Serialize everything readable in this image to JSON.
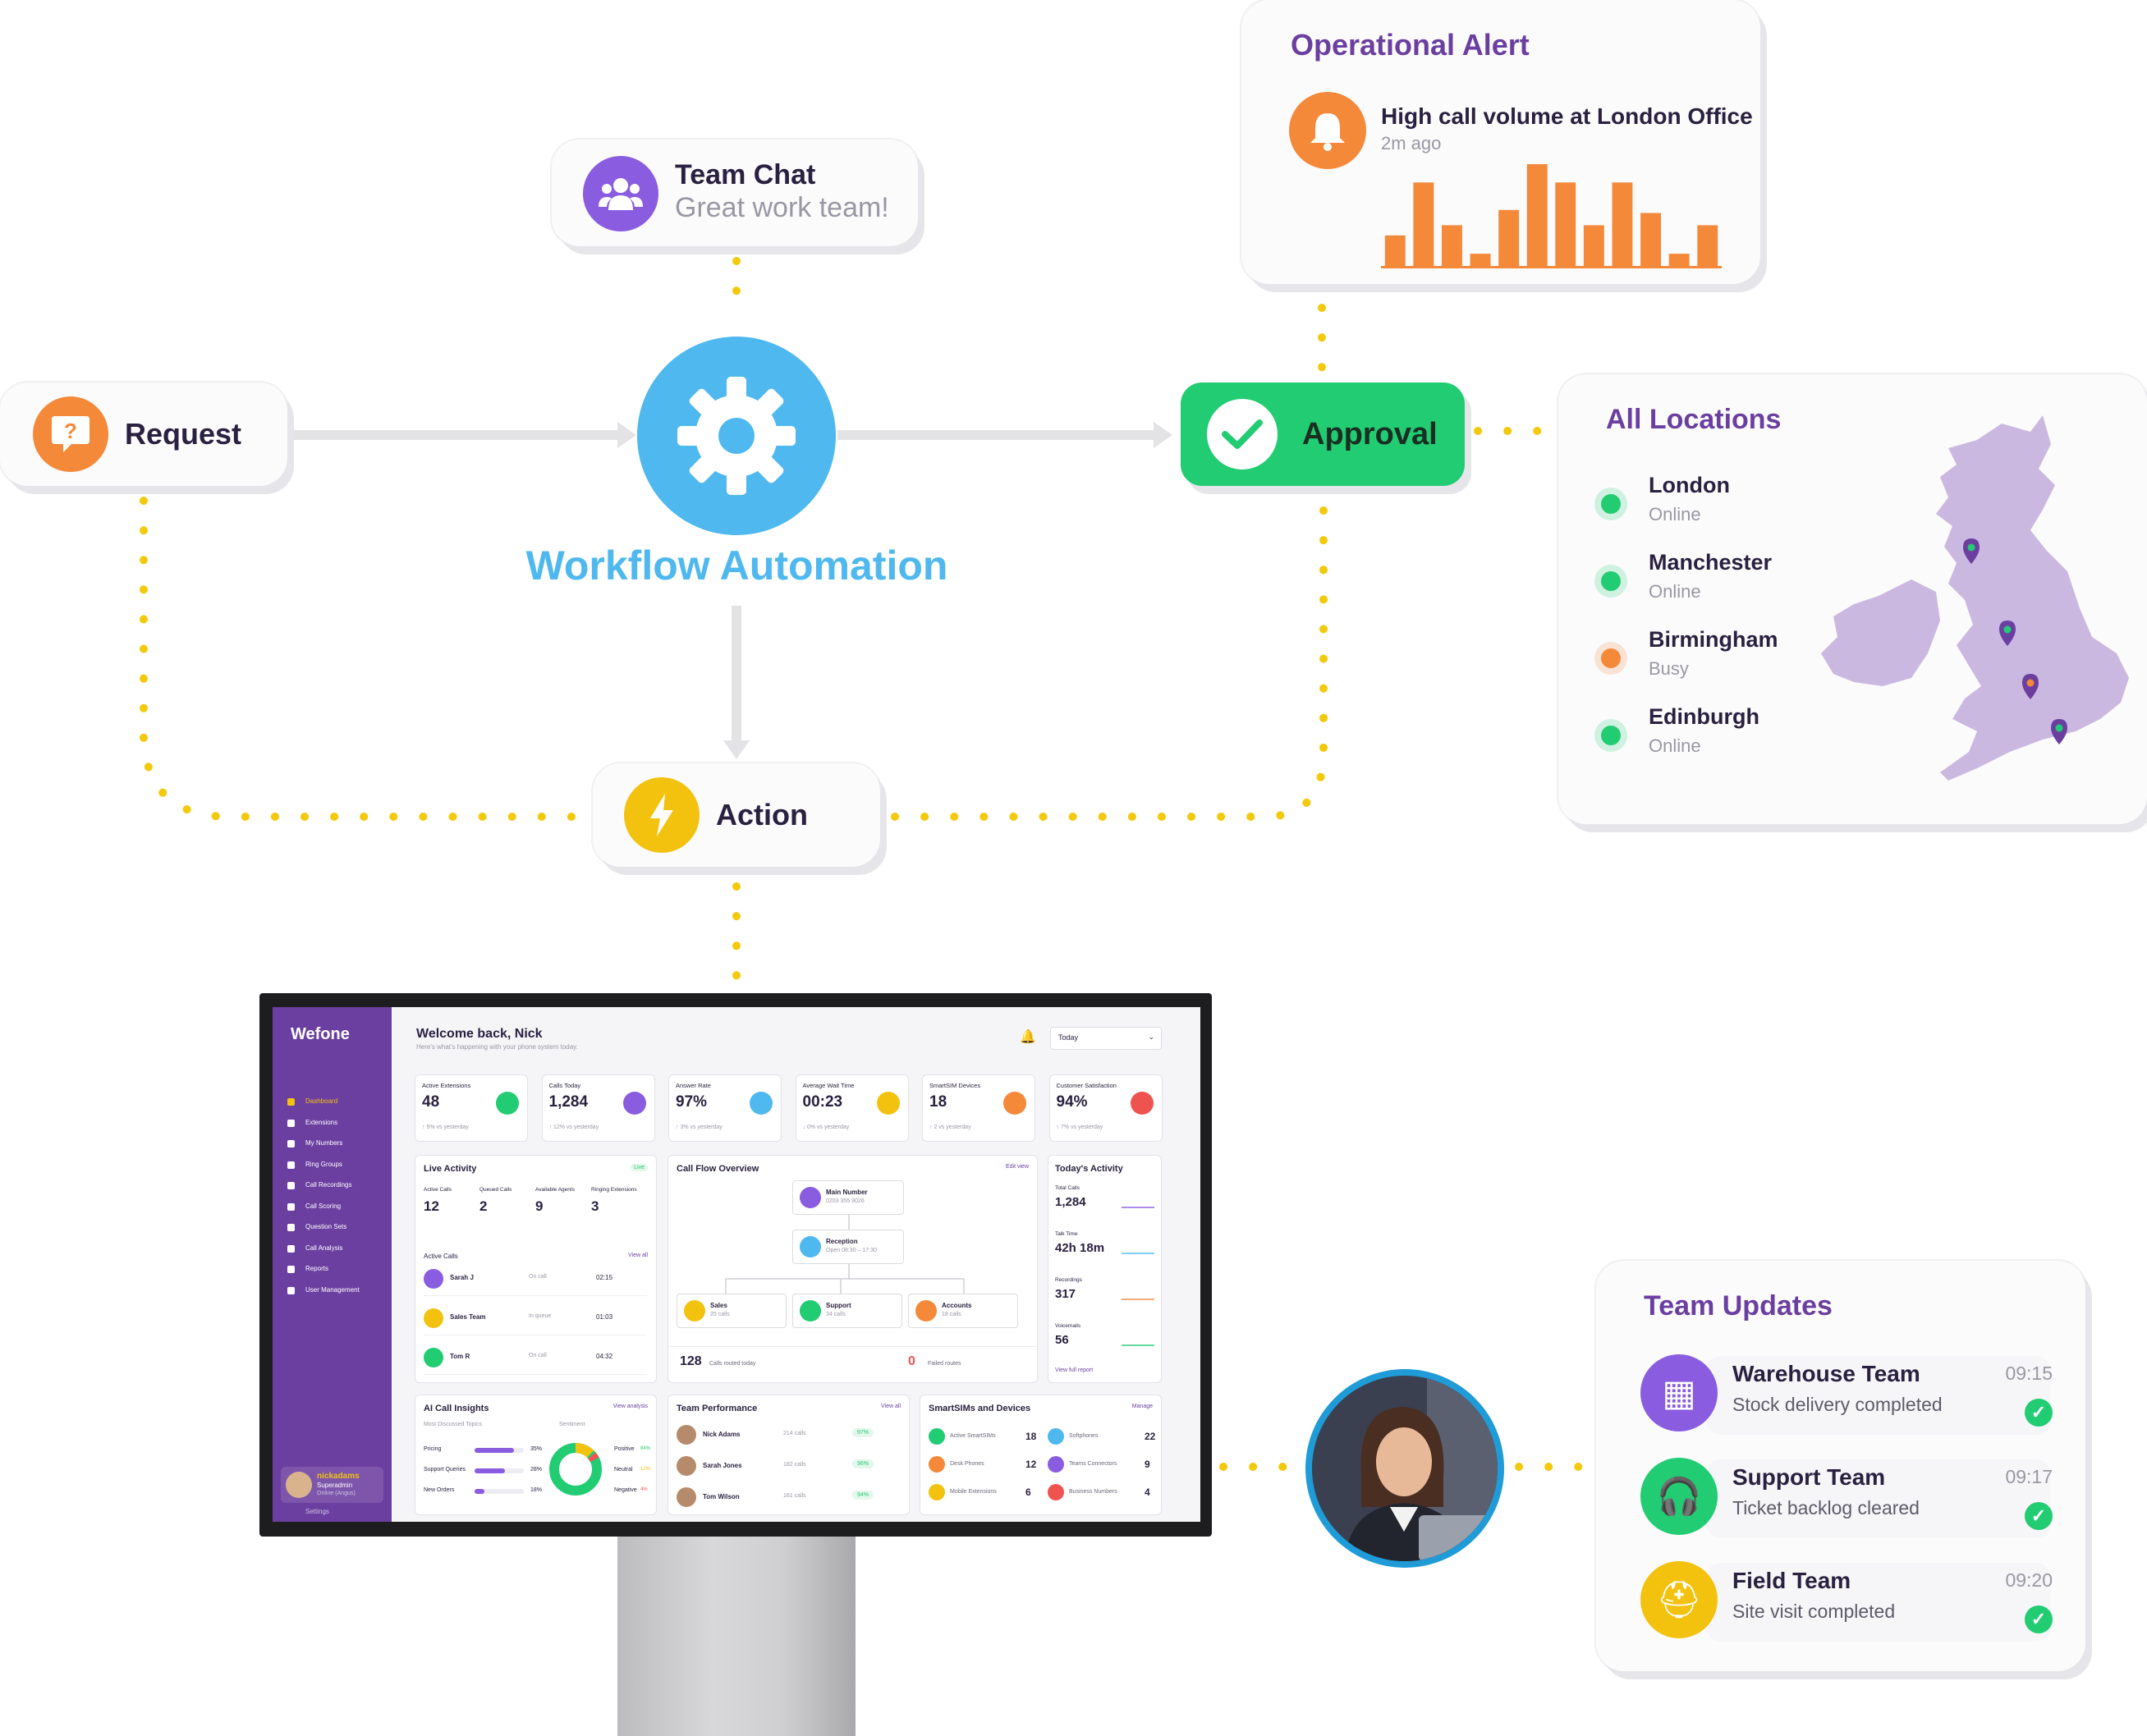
{
  "colors": {
    "yellow_dots": "#f3c90c",
    "grey_flow": "#e3e3e6",
    "purple": "#6b3fa0",
    "blue": "#4fb8ef",
    "green": "#22cc73",
    "orange": "#f4893a",
    "gold": "#f3c20f"
  },
  "team_chat": {
    "title": "Team Chat",
    "message": "Great work team!",
    "icon": "users-icon"
  },
  "request": {
    "label": "Request",
    "icon": "question-bubble-icon"
  },
  "workflow": {
    "label": "Workflow Automation",
    "icon": "gear-icon"
  },
  "approval": {
    "label": "Approval",
    "icon": "check-icon"
  },
  "action": {
    "label": "Action",
    "icon": "lightning-icon"
  },
  "operational_alert": {
    "title": "Operational Alert",
    "message": "High call volume at London Office",
    "time": "2m ago",
    "icon": "bell-icon",
    "bars": [
      0.3,
      0.82,
      0.4,
      0.12,
      0.55,
      1.0,
      0.82,
      0.4,
      0.82,
      0.52,
      0.12,
      0.4
    ]
  },
  "locations": {
    "title": "All Locations",
    "items": [
      {
        "name": "London",
        "status": "Online",
        "color": "#22cc73"
      },
      {
        "name": "Manchester",
        "status": "Online",
        "color": "#22cc73"
      },
      {
        "name": "Birmingham",
        "status": "Busy",
        "color": "#f4893a"
      },
      {
        "name": "Edinburgh",
        "status": "Online",
        "color": "#22cc73"
      }
    ]
  },
  "team_updates": {
    "title": "Team Updates",
    "items": [
      {
        "team": "Warehouse Team",
        "message": "Stock delivery completed",
        "time": "09:15",
        "icon": "boxes-icon",
        "color": "#8a5ce0"
      },
      {
        "team": "Support Team",
        "message": "Ticket backlog cleared",
        "time": "09:17",
        "icon": "headset-icon",
        "color": "#22cc73"
      },
      {
        "team": "Field Team",
        "message": "Site visit completed",
        "time": "09:20",
        "icon": "hard-hat-icon",
        "color": "#f3c20f"
      }
    ]
  },
  "dashboard": {
    "brand": "Wefone",
    "welcome": "Welcome back, Nick",
    "subtitle": "Here's what's happening with your phone system today.",
    "period": "Today",
    "nav": [
      "Dashboard",
      "Extensions",
      "My Numbers",
      "Ring Groups",
      "Call Recordings",
      "Call Scoring",
      "Question Sets",
      "Call Analysis",
      "Reports",
      "User Management"
    ],
    "user": {
      "name": "nickadams",
      "role": "Superadmin",
      "status": "Online (Angus)",
      "settings": "Settings"
    },
    "stats": [
      {
        "label": "Active Extensions",
        "value": "48",
        "delta": "↑ 5% vs yesterday",
        "color": "#22cc73"
      },
      {
        "label": "Calls Today",
        "value": "1,284",
        "delta": "↑ 12% vs yesterday",
        "color": "#8a5ce0"
      },
      {
        "label": "Answer Rate",
        "value": "97%",
        "delta": "↑ 3% vs yesterday",
        "color": "#4fb8ef"
      },
      {
        "label": "Average Wait Time",
        "value": "00:23",
        "delta": "↓ 0% vs yesterday",
        "color": "#f3c20f"
      },
      {
        "label": "SmartSIM Devices",
        "value": "18",
        "delta": "↑ 2 vs yesterday",
        "color": "#f4893a"
      },
      {
        "label": "Customer Satisfaction",
        "value": "94%",
        "delta": "↑ 7% vs yesterday",
        "color": "#ef5350"
      }
    ],
    "live": {
      "title": "Live Activity",
      "badge": "Live",
      "metrics": [
        {
          "label": "Active Calls",
          "value": "12"
        },
        {
          "label": "Queued Calls",
          "value": "2"
        },
        {
          "label": "Available Agents",
          "value": "9"
        },
        {
          "label": "Ringing Extensions",
          "value": "3"
        }
      ],
      "active_title": "Active Calls",
      "view_all": "View all",
      "calls": [
        {
          "name": "Sarah J",
          "status": "On call",
          "time": "02:15",
          "color": "#8a5ce0"
        },
        {
          "name": "Sales Team",
          "status": "In queue",
          "time": "01:03",
          "color": "#f3c20f"
        },
        {
          "name": "Tom R",
          "status": "On call",
          "time": "04:32",
          "color": "#22cc73"
        }
      ]
    },
    "flow": {
      "title": "Call Flow Overview",
      "edit": "Edit view",
      "main": {
        "name": "Main Number",
        "detail": "0203 355 9026"
      },
      "reception": {
        "name": "Reception",
        "detail": "Open 08:30 – 17:30"
      },
      "branches": [
        {
          "name": "Sales",
          "detail": "25 calls",
          "color": "#f3c20f"
        },
        {
          "name": "Support",
          "detail": "34 calls",
          "color": "#22cc73"
        },
        {
          "name": "Accounts",
          "detail": "18 calls",
          "color": "#f4893a"
        }
      ],
      "routed_value": "128",
      "routed_label": "Calls routed today",
      "failed_value": "0",
      "failed_label": "Failed routes"
    },
    "today": {
      "title": "Today's Activity",
      "items": [
        {
          "label": "Total Calls",
          "value": "1,284"
        },
        {
          "label": "Talk Time",
          "value": "42h 18m"
        },
        {
          "label": "Recordings",
          "value": "317"
        },
        {
          "label": "Voicemails",
          "value": "56"
        }
      ],
      "link": "View full report"
    },
    "ai": {
      "title": "AI Call Insights",
      "link": "View analysis",
      "topics_label": "Most Discussed Topics",
      "sentiment_label": "Sentiment",
      "topics": [
        {
          "name": "Pricing",
          "pct": "35%"
        },
        {
          "name": "Support Queries",
          "pct": "28%"
        },
        {
          "name": "New Orders",
          "pct": "18%"
        }
      ],
      "sentiment": [
        {
          "name": "Positive",
          "pct": "84%"
        },
        {
          "name": "Neutral",
          "pct": "12%"
        },
        {
          "name": "Negative",
          "pct": "4%"
        }
      ]
    },
    "team_perf": {
      "title": "Team Performance",
      "link": "View all",
      "rows": [
        {
          "name": "Nick Adams",
          "calls": "214 calls",
          "score": "97%"
        },
        {
          "name": "Sarah Jones",
          "calls": "182 calls",
          "score": "96%"
        },
        {
          "name": "Tom Wilson",
          "calls": "161 calls",
          "score": "94%"
        }
      ]
    },
    "sims": {
      "title": "SmartSIMs and Devices",
      "link": "Manage",
      "items": [
        {
          "label": "Active SmartSIMs",
          "value": "18"
        },
        {
          "label": "Softphones",
          "value": "22"
        },
        {
          "label": "Desk Phones",
          "value": "12"
        },
        {
          "label": "Teams Connectors",
          "value": "9"
        },
        {
          "label": "Mobile Extensions",
          "value": "6"
        },
        {
          "label": "Business Numbers",
          "value": "4"
        }
      ]
    }
  }
}
